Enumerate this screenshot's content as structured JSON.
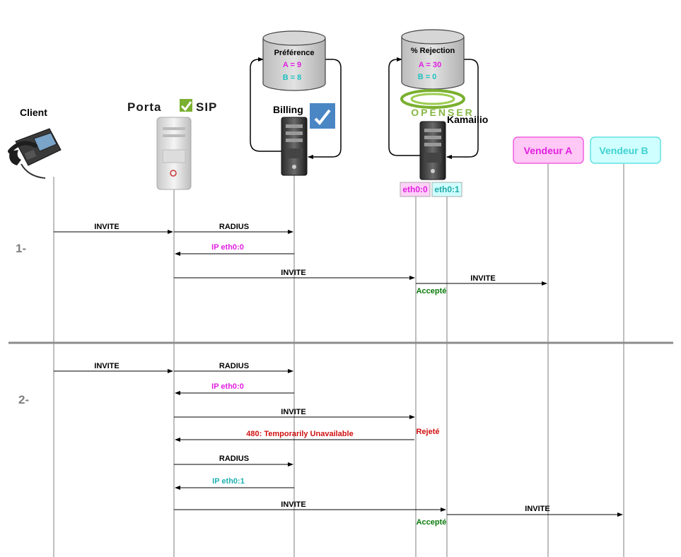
{
  "actors": {
    "client": {
      "label": "Client"
    },
    "portasip": {
      "logo_left": "Porta",
      "logo_right": "SIP"
    },
    "billing": {
      "label": "Billing",
      "db_title": "Préférence",
      "db_line1": "A = 9",
      "db_line2": "B = 8"
    },
    "kamailio": {
      "logo": "OPENSER",
      "label": "Kamailio",
      "db_title": "% Rejection",
      "db_line1": "A = 30",
      "db_line2": "B = 0",
      "iface0": "eth0:0",
      "iface1": "eth0:1"
    },
    "vendor_a": {
      "label": "Vendeur A"
    },
    "vendor_b": {
      "label": "Vendeur B"
    }
  },
  "colors": {
    "magenta": "#e020e0",
    "cyan": "#20c0c0",
    "green": "#0a7a0a",
    "red": "#d01010",
    "vendor_a_bg": "#ffc8f5",
    "vendor_a_border": "#f060e0",
    "vendor_b_bg": "#d0ffff",
    "vendor_b_border": "#60e0e0",
    "iface0_bg": "#ffd0f8",
    "iface1_bg": "#d0ffff"
  },
  "sections": [
    {
      "label": "1-"
    },
    {
      "label": "2-"
    }
  ],
  "messages": [
    {
      "text": "INVITE",
      "color": "black"
    },
    {
      "text": "RADIUS",
      "color": "black"
    },
    {
      "text": "IP eth0:0",
      "color": "magenta"
    },
    {
      "text": "INVITE",
      "color": "black"
    },
    {
      "text": "Accepté",
      "color": "green"
    },
    {
      "text": "INVITE",
      "color": "black"
    },
    {
      "text": "INVITE",
      "color": "black"
    },
    {
      "text": "RADIUS",
      "color": "black"
    },
    {
      "text": "IP eth0:0",
      "color": "magenta"
    },
    {
      "text": "INVITE",
      "color": "black"
    },
    {
      "text": "Rejeté",
      "color": "red"
    },
    {
      "text": "480: Temporarily Unavailable",
      "color": "red"
    },
    {
      "text": "RADIUS",
      "color": "black"
    },
    {
      "text": "IP eth0:1",
      "color": "cyan"
    },
    {
      "text": "INVITE",
      "color": "black"
    },
    {
      "text": "Accepté",
      "color": "green"
    },
    {
      "text": "INVITE",
      "color": "black"
    }
  ]
}
